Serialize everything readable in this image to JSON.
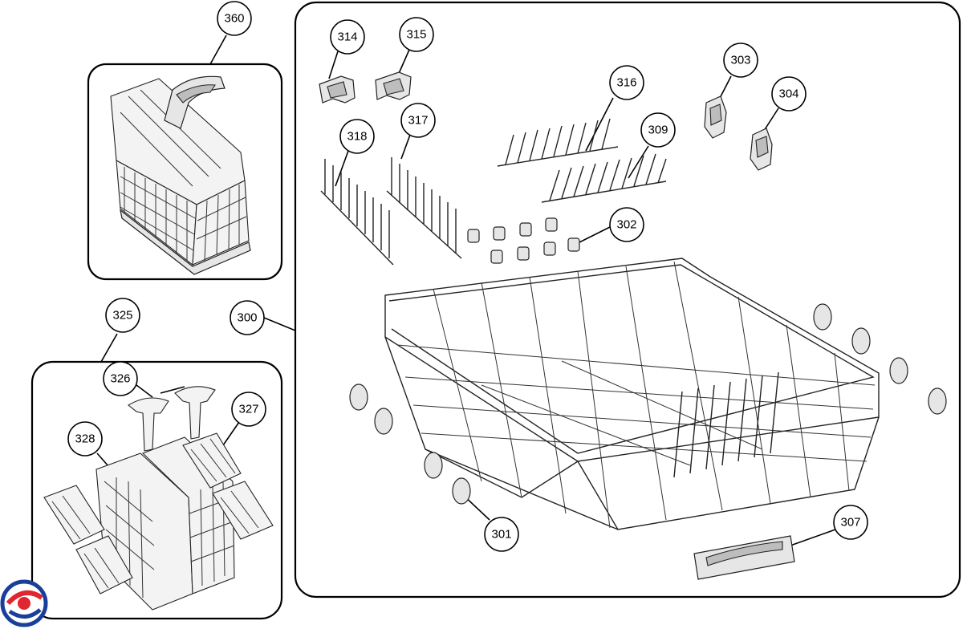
{
  "diagram": {
    "callouts": {
      "c360": "360",
      "c325": "325",
      "c300": "300",
      "c326": "326",
      "c327": "327",
      "c328": "328",
      "c314": "314",
      "c315": "315",
      "c316": "316",
      "c317": "317",
      "c318": "318",
      "c309": "309",
      "c303": "303",
      "c304": "304",
      "c302": "302",
      "c301": "301",
      "c307": "307"
    },
    "logo": {
      "name": "brand-logo",
      "colors": [
        "#1a3f9a",
        "#e0262f"
      ]
    }
  }
}
